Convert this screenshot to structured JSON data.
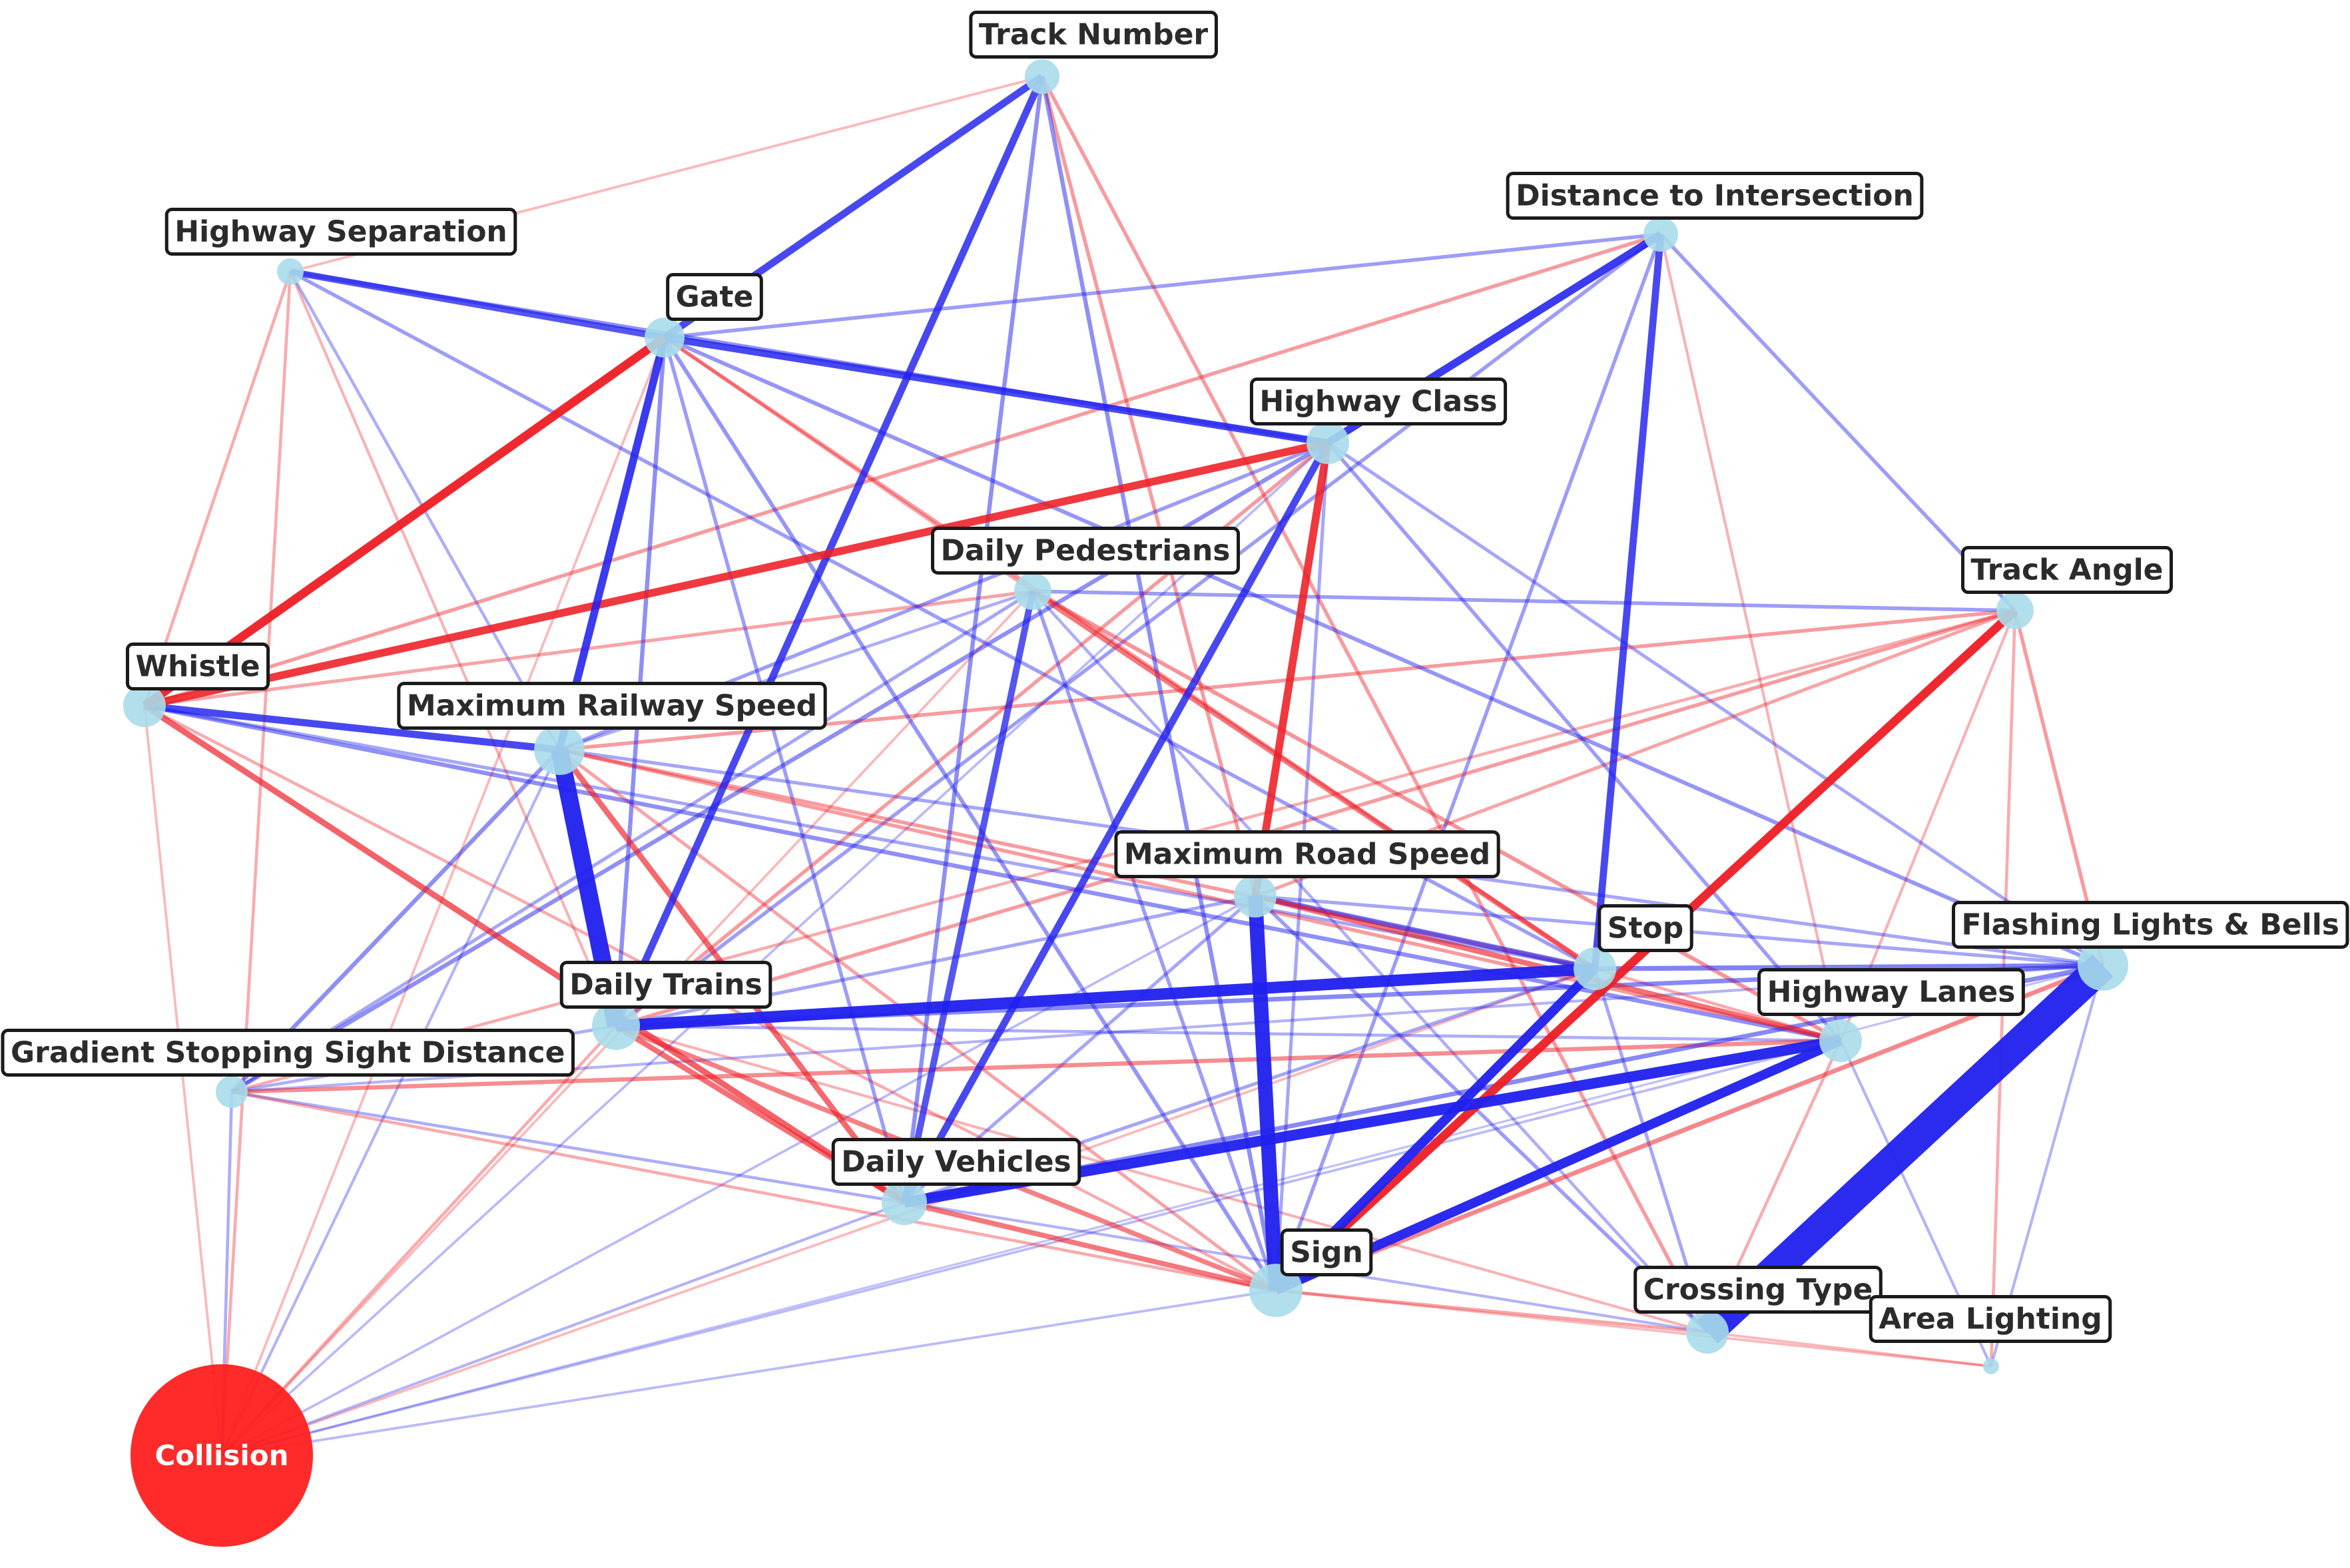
{
  "colors": {
    "positive_edge": "#2020ee",
    "negative_edge": "#ee1c24",
    "node_fill": "#a8dcea",
    "collision_fill": "#ff1f1f"
  },
  "nodes": [
    {
      "id": "track-number",
      "label": "Track Number"
    },
    {
      "id": "distance-to-intersection",
      "label": "Distance to Intersection"
    },
    {
      "id": "highway-separation",
      "label": "Highway Separation"
    },
    {
      "id": "gate",
      "label": "Gate"
    },
    {
      "id": "highway-class",
      "label": "Highway Class"
    },
    {
      "id": "daily-pedestrians",
      "label": "Daily Pedestrians"
    },
    {
      "id": "track-angle",
      "label": "Track Angle"
    },
    {
      "id": "whistle",
      "label": "Whistle"
    },
    {
      "id": "maximum-railway-speed",
      "label": "Maximum Railway Speed"
    },
    {
      "id": "maximum-road-speed",
      "label": "Maximum Road Speed"
    },
    {
      "id": "stop",
      "label": "Stop"
    },
    {
      "id": "flashing-lights-bells",
      "label": "Flashing Lights & Bells"
    },
    {
      "id": "daily-trains",
      "label": "Daily Trains"
    },
    {
      "id": "highway-lanes",
      "label": "Highway Lanes"
    },
    {
      "id": "gradient-stopping-sight-distance",
      "label": "Gradient Stopping Sight Distance"
    },
    {
      "id": "daily-vehicles",
      "label": "Daily Vehicles"
    },
    {
      "id": "sign",
      "label": "Sign"
    },
    {
      "id": "crossing-type",
      "label": "Crossing Type"
    },
    {
      "id": "area-lighting",
      "label": "Area Lighting"
    },
    {
      "id": "collision",
      "label": "Collision"
    }
  ],
  "edges": [
    {
      "from": "crossing-type",
      "to": "flashing-lights-bells",
      "sign": "positive",
      "strength": 1.0
    },
    {
      "from": "maximum-railway-speed",
      "to": "daily-trains",
      "sign": "positive",
      "strength": 0.55
    },
    {
      "from": "maximum-road-speed",
      "to": "sign",
      "sign": "positive",
      "strength": 0.45
    },
    {
      "from": "daily-trains",
      "to": "stop",
      "sign": "positive",
      "strength": 0.35
    },
    {
      "from": "daily-vehicles",
      "to": "highway-lanes",
      "sign": "positive",
      "strength": 0.32
    },
    {
      "from": "sign",
      "to": "highway-lanes",
      "sign": "positive",
      "strength": 0.28
    },
    {
      "from": "sign",
      "to": "stop",
      "sign": "positive",
      "strength": 0.28
    },
    {
      "from": "sign",
      "to": "track-angle",
      "sign": "negative",
      "strength": 0.25
    },
    {
      "from": "gate",
      "to": "whistle",
      "sign": "negative",
      "strength": 0.25
    },
    {
      "from": "highway-class",
      "to": "whistle",
      "sign": "negative",
      "strength": 0.22
    },
    {
      "from": "highway-class",
      "to": "maximum-road-speed",
      "sign": "negative",
      "strength": 0.22
    },
    {
      "from": "gate",
      "to": "maximum-railway-speed",
      "sign": "positive",
      "strength": 0.22
    },
    {
      "from": "gate",
      "to": "track-number",
      "sign": "positive",
      "strength": 0.2
    },
    {
      "from": "gate",
      "to": "highway-class",
      "sign": "positive",
      "strength": 0.2
    },
    {
      "from": "highway-separation",
      "to": "gate",
      "sign": "positive",
      "strength": 0.18
    },
    {
      "from": "distance-to-intersection",
      "to": "highway-class",
      "sign": "positive",
      "strength": 0.22
    },
    {
      "from": "distance-to-intersection",
      "to": "stop",
      "sign": "positive",
      "strength": 0.2
    },
    {
      "from": "track-number",
      "to": "daily-trains",
      "sign": "positive",
      "strength": 0.2
    },
    {
      "from": "highway-class",
      "to": "daily-vehicles",
      "sign": "positive",
      "strength": 0.2
    },
    {
      "from": "daily-pedestrians",
      "to": "daily-vehicles",
      "sign": "positive",
      "strength": 0.18
    },
    {
      "from": "whistle",
      "to": "maximum-railway-speed",
      "sign": "positive",
      "strength": 0.2
    },
    {
      "from": "whistle",
      "to": "daily-vehicles",
      "sign": "negative",
      "strength": 0.16
    },
    {
      "from": "maximum-railway-speed",
      "to": "daily-vehicles",
      "sign": "negative",
      "strength": 0.15
    },
    {
      "from": "maximum-road-speed",
      "to": "stop",
      "sign": "positive",
      "strength": 0.14
    },
    {
      "from": "maximum-road-speed",
      "to": "highway-lanes",
      "sign": "negative",
      "strength": 0.14
    },
    {
      "from": "daily-pedestrians",
      "to": "stop",
      "sign": "negative",
      "strength": 0.13
    },
    {
      "from": "daily-trains",
      "to": "daily-vehicles",
      "sign": "negative",
      "strength": 0.14
    },
    {
      "from": "daily-trains",
      "to": "sign",
      "sign": "negative",
      "strength": 0.12
    },
    {
      "from": "daily-vehicles",
      "to": "sign",
      "sign": "negative",
      "strength": 0.13
    },
    {
      "from": "stop",
      "to": "flashing-lights-bells",
      "sign": "positive",
      "strength": 0.12
    },
    {
      "from": "flashing-lights-bells",
      "to": "daily-trains",
      "sign": "positive",
      "strength": 0.11
    },
    {
      "from": "flashing-lights-bells",
      "to": "daily-vehicles",
      "sign": "positive",
      "strength": 0.11
    },
    {
      "from": "flashing-lights-bells",
      "to": "sign",
      "sign": "negative",
      "strength": 0.11
    },
    {
      "from": "highway-class",
      "to": "gradient-stopping-sight-distance",
      "sign": "positive",
      "strength": 0.1
    },
    {
      "from": "maximum-railway-speed",
      "to": "gradient-stopping-sight-distance",
      "sign": "positive",
      "strength": 0.1
    },
    {
      "from": "gradient-stopping-sight-distance",
      "to": "highway-lanes",
      "sign": "negative",
      "strength": 0.1
    },
    {
      "from": "whistle",
      "to": "highway-lanes",
      "sign": "positive",
      "strength": 0.1
    },
    {
      "from": "track-number",
      "to": "sign",
      "sign": "positive",
      "strength": 0.1
    },
    {
      "from": "track-number",
      "to": "crossing-type",
      "sign": "negative",
      "strength": 0.08
    },
    {
      "from": "track-number",
      "to": "daily-vehicles",
      "sign": "positive",
      "strength": 0.1
    },
    {
      "from": "track-number",
      "to": "maximum-road-speed",
      "sign": "negative",
      "strength": 0.08
    },
    {
      "from": "distance-to-intersection",
      "to": "track-angle",
      "sign": "positive",
      "strength": 0.08
    },
    {
      "from": "distance-to-intersection",
      "to": "sign",
      "sign": "positive",
      "strength": 0.08
    },
    {
      "from": "distance-to-intersection",
      "to": "gate",
      "sign": "positive",
      "strength": 0.08
    },
    {
      "from": "distance-to-intersection",
      "to": "daily-trains",
      "sign": "positive",
      "strength": 0.08
    },
    {
      "from": "distance-to-intersection",
      "to": "whistle",
      "sign": "negative",
      "strength": 0.08
    },
    {
      "from": "distance-to-intersection",
      "to": "highway-lanes",
      "sign": "negative",
      "strength": 0.05
    },
    {
      "from": "track-angle",
      "to": "maximum-railway-speed",
      "sign": "negative",
      "strength": 0.08
    },
    {
      "from": "track-angle",
      "to": "daily-pedestrians",
      "sign": "positive",
      "strength": 0.08
    },
    {
      "from": "track-angle",
      "to": "daily-trains",
      "sign": "negative",
      "strength": 0.08
    },
    {
      "from": "track-angle",
      "to": "gradient-stopping-sight-distance",
      "sign": "negative",
      "strength": 0.06
    },
    {
      "from": "track-angle",
      "to": "flashing-lights-bells",
      "sign": "negative",
      "strength": 0.08
    },
    {
      "from": "track-angle",
      "to": "area-lighting",
      "sign": "negative",
      "strength": 0.06
    },
    {
      "from": "gate",
      "to": "flashing-lights-bells",
      "sign": "positive",
      "strength": 0.09
    },
    {
      "from": "gate",
      "to": "daily-trains",
      "sign": "positive",
      "strength": 0.1
    },
    {
      "from": "gate",
      "to": "sign",
      "sign": "positive",
      "strength": 0.09
    },
    {
      "from": "gate",
      "to": "daily-vehicles",
      "sign": "positive",
      "strength": 0.08
    },
    {
      "from": "gate",
      "to": "stop",
      "sign": "negative",
      "strength": 0.08
    },
    {
      "from": "gate",
      "to": "daily-pedestrians",
      "sign": "negative",
      "strength": 0.07
    },
    {
      "from": "highway-separation",
      "to": "highway-class",
      "sign": "positive",
      "strength": 0.1
    },
    {
      "from": "highway-separation",
      "to": "whistle",
      "sign": "negative",
      "strength": 0.06
    },
    {
      "from": "highway-separation",
      "to": "stop",
      "sign": "positive",
      "strength": 0.08
    },
    {
      "from": "highway-separation",
      "to": "daily-trains",
      "sign": "negative",
      "strength": 0.05
    },
    {
      "from": "highway-separation",
      "to": "maximum-railway-speed",
      "sign": "positive",
      "strength": 0.06
    },
    {
      "from": "highway-separation",
      "to": "track-number",
      "sign": "negative",
      "strength": 0.04
    },
    {
      "from": "highway-class",
      "to": "highway-lanes",
      "sign": "positive",
      "strength": 0.08
    },
    {
      "from": "highway-class",
      "to": "maximum-railway-speed",
      "sign": "positive",
      "strength": 0.08
    },
    {
      "from": "highway-class",
      "to": "sign",
      "sign": "positive",
      "strength": 0.07
    },
    {
      "from": "highway-class",
      "to": "flashing-lights-bells",
      "sign": "positive",
      "strength": 0.07
    },
    {
      "from": "highway-class",
      "to": "daily-trains",
      "sign": "negative",
      "strength": 0.08
    },
    {
      "from": "daily-pedestrians",
      "to": "highway-lanes",
      "sign": "negative",
      "strength": 0.09
    },
    {
      "from": "daily-pedestrians",
      "to": "sign",
      "sign": "positive",
      "strength": 0.08
    },
    {
      "from": "daily-pedestrians",
      "to": "gradient-stopping-sight-distance",
      "sign": "positive",
      "strength": 0.07
    },
    {
      "from": "daily-pedestrians",
      "to": "whistle",
      "sign": "negative",
      "strength": 0.07
    },
    {
      "from": "daily-pedestrians",
      "to": "crossing-type",
      "sign": "positive",
      "strength": 0.06
    },
    {
      "from": "whistle",
      "to": "stop",
      "sign": "positive",
      "strength": 0.07
    },
    {
      "from": "whistle",
      "to": "sign",
      "sign": "negative",
      "strength": 0.06
    },
    {
      "from": "maximum-railway-speed",
      "to": "stop",
      "sign": "negative",
      "strength": 0.08
    },
    {
      "from": "maximum-railway-speed",
      "to": "flashing-lights-bells",
      "sign": "positive",
      "strength": 0.07
    },
    {
      "from": "maximum-railway-speed",
      "to": "sign",
      "sign": "negative",
      "strength": 0.07
    },
    {
      "from": "maximum-railway-speed",
      "to": "highway-lanes",
      "sign": "negative",
      "strength": 0.08
    },
    {
      "from": "maximum-railway-speed",
      "to": "daily-pedestrians",
      "sign": "positive",
      "strength": 0.06
    },
    {
      "from": "maximum-road-speed",
      "to": "daily-trains",
      "sign": "positive",
      "strength": 0.07
    },
    {
      "from": "maximum-road-speed",
      "to": "track-angle",
      "sign": "negative",
      "strength": 0.07
    },
    {
      "from": "maximum-road-speed",
      "to": "crossing-type",
      "sign": "positive",
      "strength": 0.08
    },
    {
      "from": "maximum-road-speed",
      "to": "daily-vehicles",
      "sign": "positive",
      "strength": 0.07
    },
    {
      "from": "maximum-road-speed",
      "to": "flashing-lights-bells",
      "sign": "positive",
      "strength": 0.07
    },
    {
      "from": "stop",
      "to": "daily-vehicles",
      "sign": "positive",
      "strength": 0.07
    },
    {
      "from": "stop",
      "to": "crossing-type",
      "sign": "positive",
      "strength": 0.07
    },
    {
      "from": "stop",
      "to": "highway-lanes",
      "sign": "negative",
      "strength": 0.06
    },
    {
      "from": "highway-lanes",
      "to": "crossing-type",
      "sign": "negative",
      "strength": 0.06
    },
    {
      "from": "highway-lanes",
      "to": "daily-trains",
      "sign": "positive",
      "strength": 0.06
    },
    {
      "from": "highway-lanes",
      "to": "track-angle",
      "sign": "negative",
      "strength": 0.05
    },
    {
      "from": "highway-lanes",
      "to": "area-lighting",
      "sign": "positive",
      "strength": 0.05
    },
    {
      "from": "flashing-lights-bells",
      "to": "area-lighting",
      "sign": "positive",
      "strength": 0.05
    },
    {
      "from": "flashing-lights-bells",
      "to": "gradient-stopping-sight-distance",
      "sign": "positive",
      "strength": 0.05
    },
    {
      "from": "daily-trains",
      "to": "gradient-stopping-sight-distance",
      "sign": "positive",
      "strength": 0.06
    },
    {
      "from": "daily-trains",
      "to": "crossing-type",
      "sign": "negative",
      "strength": 0.05
    },
    {
      "from": "gradient-stopping-sight-distance",
      "to": "daily-vehicles",
      "sign": "positive",
      "strength": 0.06
    },
    {
      "from": "gradient-stopping-sight-distance",
      "to": "sign",
      "sign": "negative",
      "strength": 0.06
    },
    {
      "from": "sign",
      "to": "crossing-type",
      "sign": "negative",
      "strength": 0.07
    },
    {
      "from": "sign",
      "to": "area-lighting",
      "sign": "negative",
      "strength": 0.04
    },
    {
      "from": "crossing-type",
      "to": "area-lighting",
      "sign": "negative",
      "strength": 0.04
    },
    {
      "from": "daily-vehicles",
      "to": "crossing-type",
      "sign": "positive",
      "strength": 0.05
    },
    {
      "from": "collision",
      "to": "highway-separation",
      "sign": "negative",
      "strength": 0.06
    },
    {
      "from": "collision",
      "to": "gradient-stopping-sight-distance",
      "sign": "positive",
      "strength": 0.06
    },
    {
      "from": "collision",
      "to": "whistle",
      "sign": "negative",
      "strength": 0.04
    },
    {
      "from": "collision",
      "to": "maximum-railway-speed",
      "sign": "positive",
      "strength": 0.05
    },
    {
      "from": "collision",
      "to": "daily-trains",
      "sign": "negative",
      "strength": 0.06
    },
    {
      "from": "collision",
      "to": "daily-vehicles",
      "sign": "positive",
      "strength": 0.05
    },
    {
      "from": "collision",
      "to": "sign",
      "sign": "positive",
      "strength": 0.04
    },
    {
      "from": "collision",
      "to": "highway-lanes",
      "sign": "positive",
      "strength": 0.04
    },
    {
      "from": "collision",
      "to": "stop",
      "sign": "negative",
      "strength": 0.04
    },
    {
      "from": "collision",
      "to": "flashing-lights-bells",
      "sign": "positive",
      "strength": 0.03
    },
    {
      "from": "collision",
      "to": "gate",
      "sign": "negative",
      "strength": 0.04
    },
    {
      "from": "collision",
      "to": "highway-class",
      "sign": "positive",
      "strength": 0.04
    },
    {
      "from": "collision",
      "to": "daily-pedestrians",
      "sign": "negative",
      "strength": 0.04
    },
    {
      "from": "collision",
      "to": "maximum-road-speed",
      "sign": "positive",
      "strength": 0.04
    }
  ]
}
